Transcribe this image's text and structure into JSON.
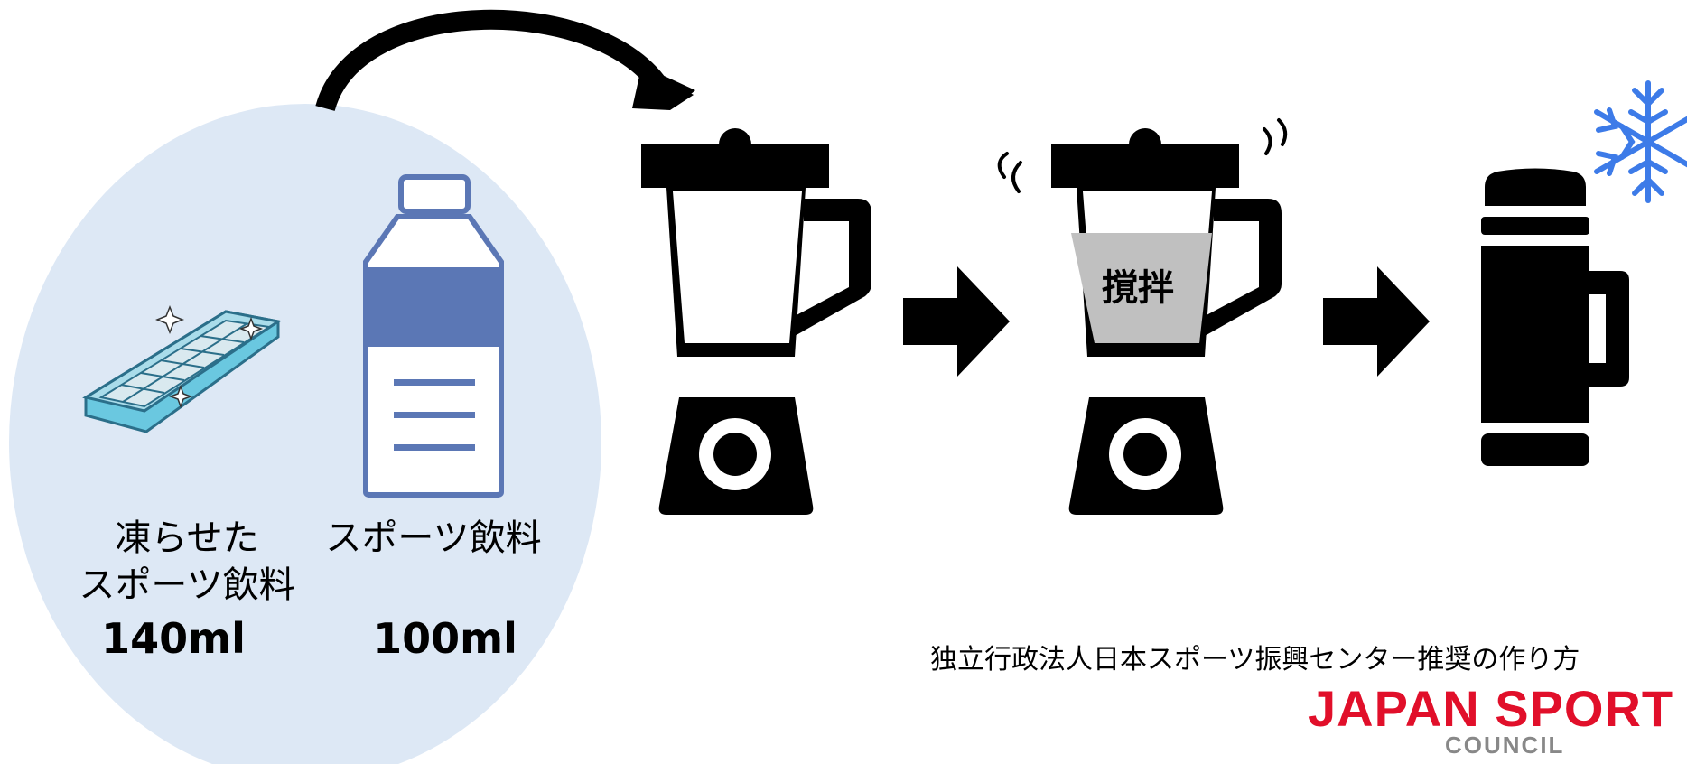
{
  "ingredients": [
    {
      "label_line1": "凍らせた",
      "label_line2": "スポーツ飲料",
      "amount": "140ml",
      "icon": "ice-tray-icon"
    },
    {
      "label_line1": "スポーツ飲料",
      "amount": "100ml",
      "icon": "water-bottle-icon"
    }
  ],
  "steps": [
    {
      "icon": "blender-empty-icon"
    },
    {
      "icon": "blender-blending-icon",
      "label": "撹拌"
    },
    {
      "icon": "thermos-icon"
    }
  ],
  "caption": "独立行政法人日本スポーツ振興センター推奨の作り方",
  "logo": {
    "main": "JAPAN SPORT",
    "sub": "COUNCIL"
  },
  "colors": {
    "ingredient_bg": "#dde8f5",
    "bottle": "#5b77b5",
    "ice_tray": "#6ac8e0",
    "snowflake": "#3d7be8",
    "logo_red": "#e10f2a",
    "logo_gray": "#888888",
    "blend_liquid": "#c0c0c0"
  }
}
